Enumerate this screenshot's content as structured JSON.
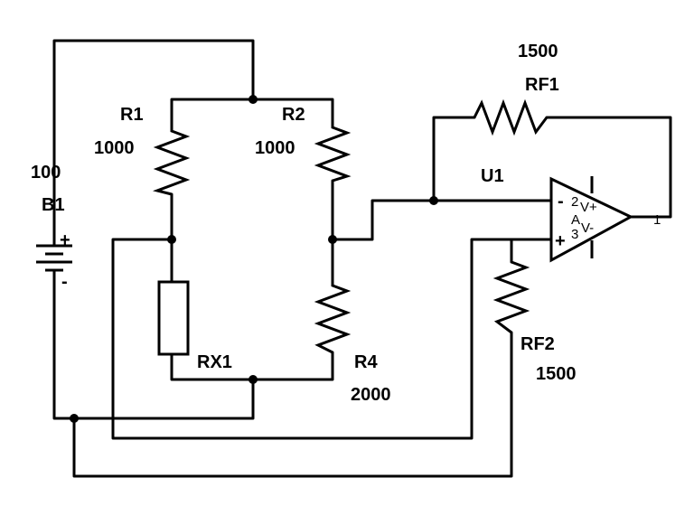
{
  "components": {
    "b1": {
      "name": "B1",
      "value": "100",
      "plus": "+",
      "minus": "-"
    },
    "r1": {
      "name": "R1",
      "value": "1000"
    },
    "r2": {
      "name": "R2",
      "value": "1000"
    },
    "rx1": {
      "name": "RX1"
    },
    "r4": {
      "name": "R4",
      "value": "2000"
    },
    "rf1": {
      "name": "RF1",
      "value": "1500"
    },
    "rf2": {
      "name": "RF2",
      "value": "1500"
    },
    "u1": {
      "name": "U1",
      "inverting_sign": "-",
      "noninverting_sign": "+",
      "pin_inverting": "2",
      "pin_noninverting": "3",
      "pin_output": "1",
      "vplus": "V+",
      "amp_letter": "A",
      "vminus": "V-"
    }
  }
}
